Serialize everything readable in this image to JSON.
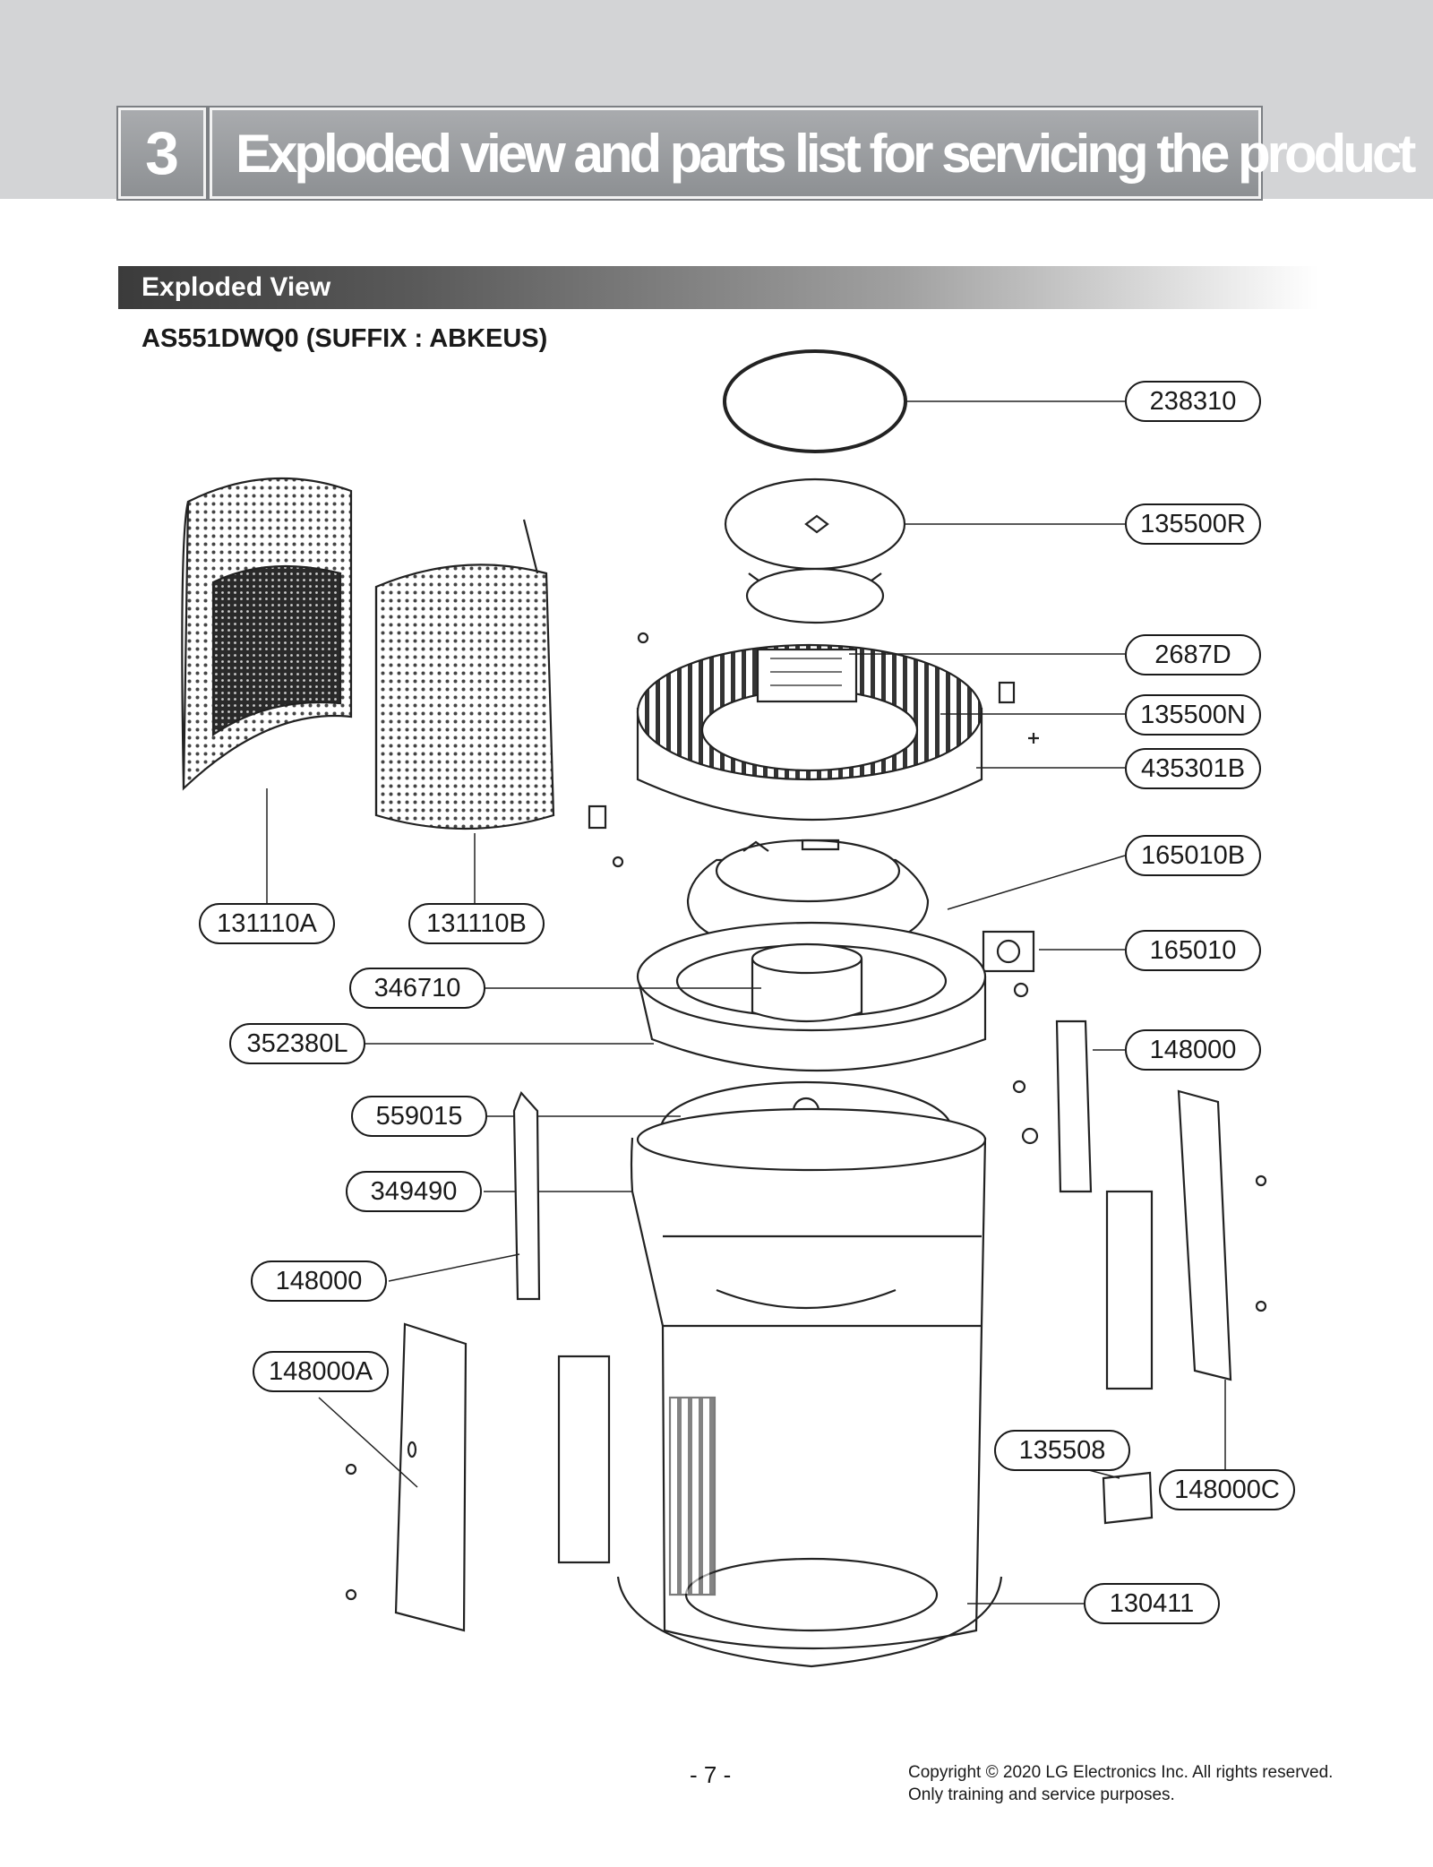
{
  "header": {
    "chapter_number": "3",
    "chapter_title": "Exploded view and parts list for servicing the product"
  },
  "section": {
    "title": "Exploded View",
    "model": "AS551DWQ0 (SUFFIX : ABKEUS)"
  },
  "callouts": [
    {
      "id": "c238310",
      "label": "238310"
    },
    {
      "id": "c135500R",
      "label": "135500R"
    },
    {
      "id": "c2687D",
      "label": "2687D"
    },
    {
      "id": "c135500N",
      "label": "135500N"
    },
    {
      "id": "c435301B",
      "label": "435301B"
    },
    {
      "id": "c165010B",
      "label": "165010B"
    },
    {
      "id": "c131110A",
      "label": "131110A"
    },
    {
      "id": "c131110B",
      "label": "131110B"
    },
    {
      "id": "c165010",
      "label": "165010"
    },
    {
      "id": "c346710",
      "label": "346710"
    },
    {
      "id": "c352380L",
      "label": "352380L"
    },
    {
      "id": "c148000r",
      "label": "148000"
    },
    {
      "id": "c559015",
      "label": "559015"
    },
    {
      "id": "c349490",
      "label": "349490"
    },
    {
      "id": "c148000l",
      "label": "148000"
    },
    {
      "id": "c148000A",
      "label": "148000A"
    },
    {
      "id": "c135508",
      "label": "135508"
    },
    {
      "id": "c148000C",
      "label": "148000C"
    },
    {
      "id": "c130411",
      "label": "130411"
    }
  ],
  "footer": {
    "page_number": "- 7 -",
    "copyright_line1": "Copyright © 2020 LG Electronics Inc. All rights reserved.",
    "copyright_line2": "Only training and service purposes."
  }
}
